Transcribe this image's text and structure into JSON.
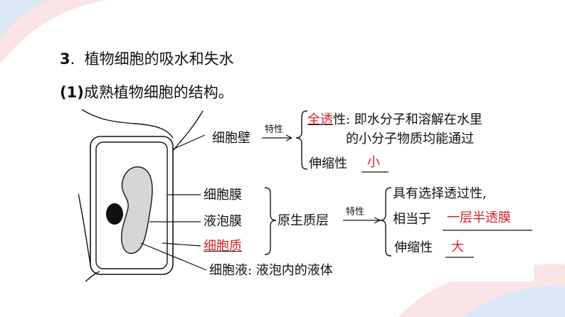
{
  "slide": {
    "colors": {
      "accent": "#d2232a",
      "background": "#ffffff",
      "corner_pink": "#fbe4e6",
      "corner_blue": "#dbe8f6"
    }
  },
  "heading": {
    "number": "3",
    "dot": ".",
    "title": "植物细胞的吸水和失水",
    "sub_number": "(1)",
    "sub_title": "成熟植物细胞的结构。"
  },
  "diagram": {
    "cell_wall": {
      "label": "细胞壁",
      "arrow_label": "特性",
      "permeability_answer": "全透",
      "permeability_text": "性: 即水分子和溶解在水里",
      "permeability_text_2": "的小分子物质均能通过",
      "elasticity_label": "伸缩性",
      "elasticity_answer": "小"
    },
    "protoplast": {
      "membrane_label": "细胞膜",
      "vacuole_membrane_label": "液泡膜",
      "cytoplasm_label": "细胞质",
      "group_label": "原生质层",
      "arrow_label": "特性",
      "selective_text": "具有选择透过性,",
      "equivalent_text": "相当于",
      "equivalent_answer": "一层半透膜",
      "elasticity_label": "伸缩性",
      "elasticity_answer": "大"
    },
    "cell_sap": {
      "label": "细胞液: 液泡内的液体"
    }
  }
}
